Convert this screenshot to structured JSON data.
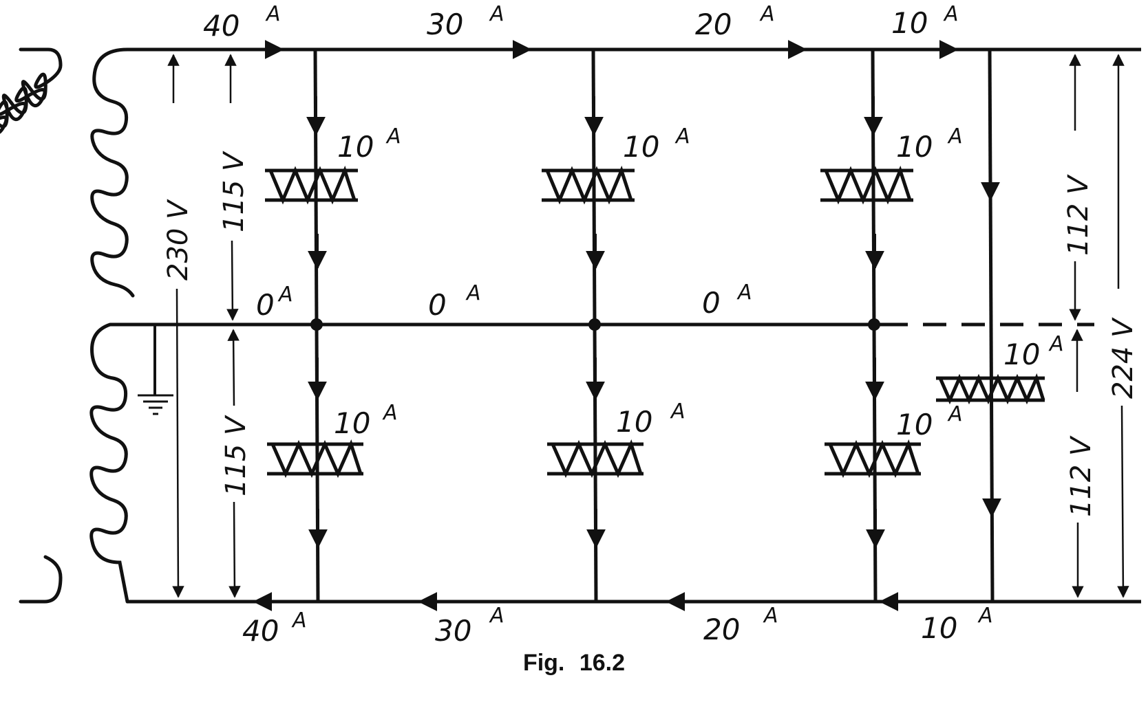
{
  "caption": {
    "prefix": "Fig.",
    "number": "16.2"
  },
  "top_currents": [
    {
      "value": "40",
      "unit": "A"
    },
    {
      "value": "30",
      "unit": "A"
    },
    {
      "value": "20",
      "unit": "A"
    },
    {
      "value": "10",
      "unit": "A"
    }
  ],
  "bottom_currents": [
    {
      "value": "40",
      "unit": "A"
    },
    {
      "value": "30",
      "unit": "A"
    },
    {
      "value": "20",
      "unit": "A"
    },
    {
      "value": "10",
      "unit": "A"
    }
  ],
  "neutral_currents": [
    {
      "value": "0",
      "unit": "A"
    },
    {
      "value": "0",
      "unit": "A"
    },
    {
      "value": "0",
      "unit": "A"
    }
  ],
  "upper_load_currents": [
    {
      "value": "10",
      "unit": "A"
    },
    {
      "value": "10",
      "unit": "A"
    },
    {
      "value": "10",
      "unit": "A"
    }
  ],
  "lower_load_currents": [
    {
      "value": "10",
      "unit": "A"
    },
    {
      "value": "10",
      "unit": "A"
    },
    {
      "value": "10",
      "unit": "A"
    }
  ],
  "series_load_current": {
    "value": "10",
    "unit": "A"
  },
  "voltages": {
    "total_left": "230 V",
    "upper_left": "115 V",
    "lower_left": "115 V",
    "upper_right": "112 V",
    "lower_right": "112 V",
    "total_right": "224 V"
  }
}
